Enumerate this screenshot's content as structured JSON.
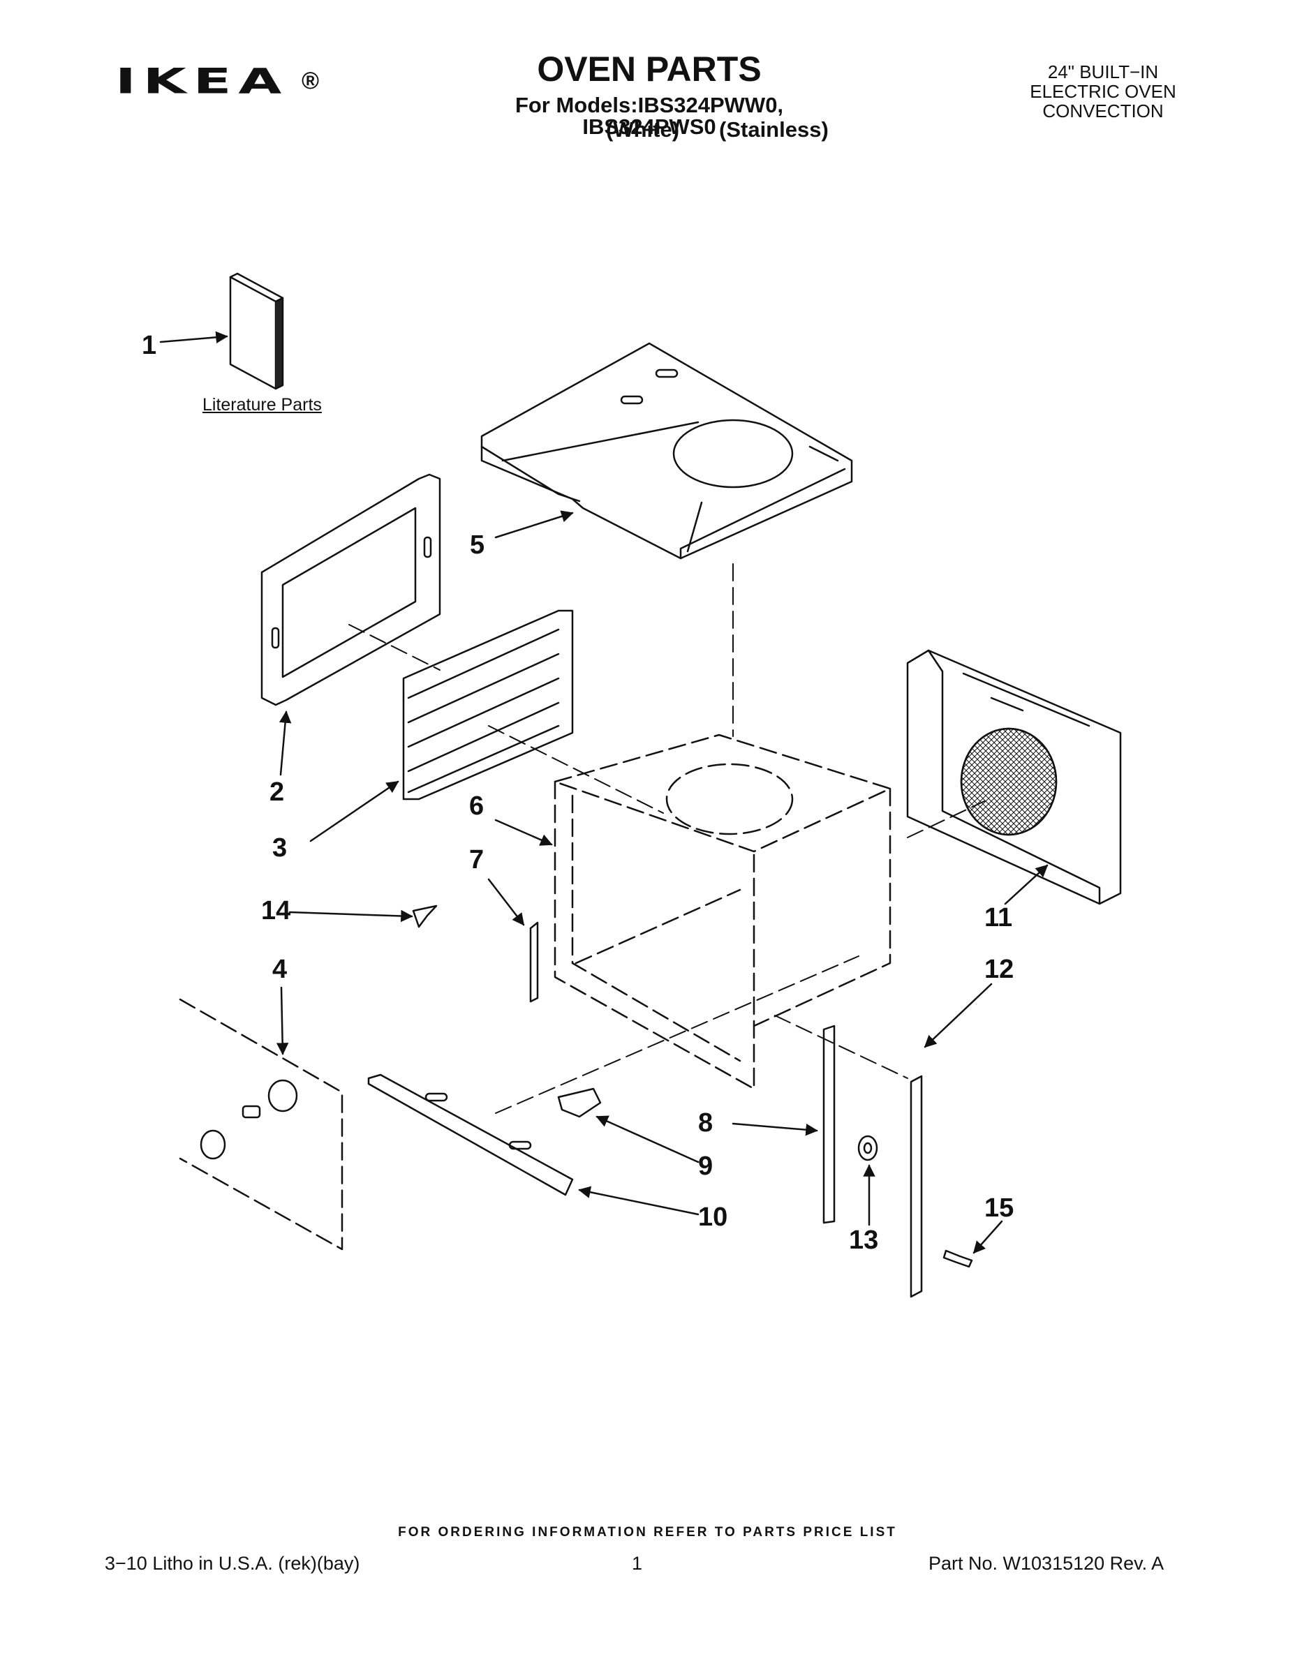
{
  "header": {
    "logo_text": "IKEA",
    "logo_reg": "®",
    "title": "OVEN PARTS",
    "models": "For Models:IBS324PWW0, IBS324PWS0",
    "variant_white": "(White)",
    "variant_stainless": "(Stainless)",
    "category_lines": [
      "24\" BUILT−IN",
      "ELECTRIC OVEN",
      "CONVECTION"
    ]
  },
  "diagram": {
    "literature_label": "Literature Parts",
    "callouts": [
      "1",
      "2",
      "3",
      "4",
      "5",
      "6",
      "7",
      "8",
      "9",
      "10",
      "11",
      "12",
      "13",
      "14",
      "15"
    ]
  },
  "footer": {
    "order_note": "FOR ORDERING INFORMATION REFER TO PARTS PRICE LIST",
    "litho": "3−10 Litho in U.S.A. (rek)(bay)",
    "page_number": "1",
    "part_number": "Part No. W10315120 Rev. A"
  }
}
